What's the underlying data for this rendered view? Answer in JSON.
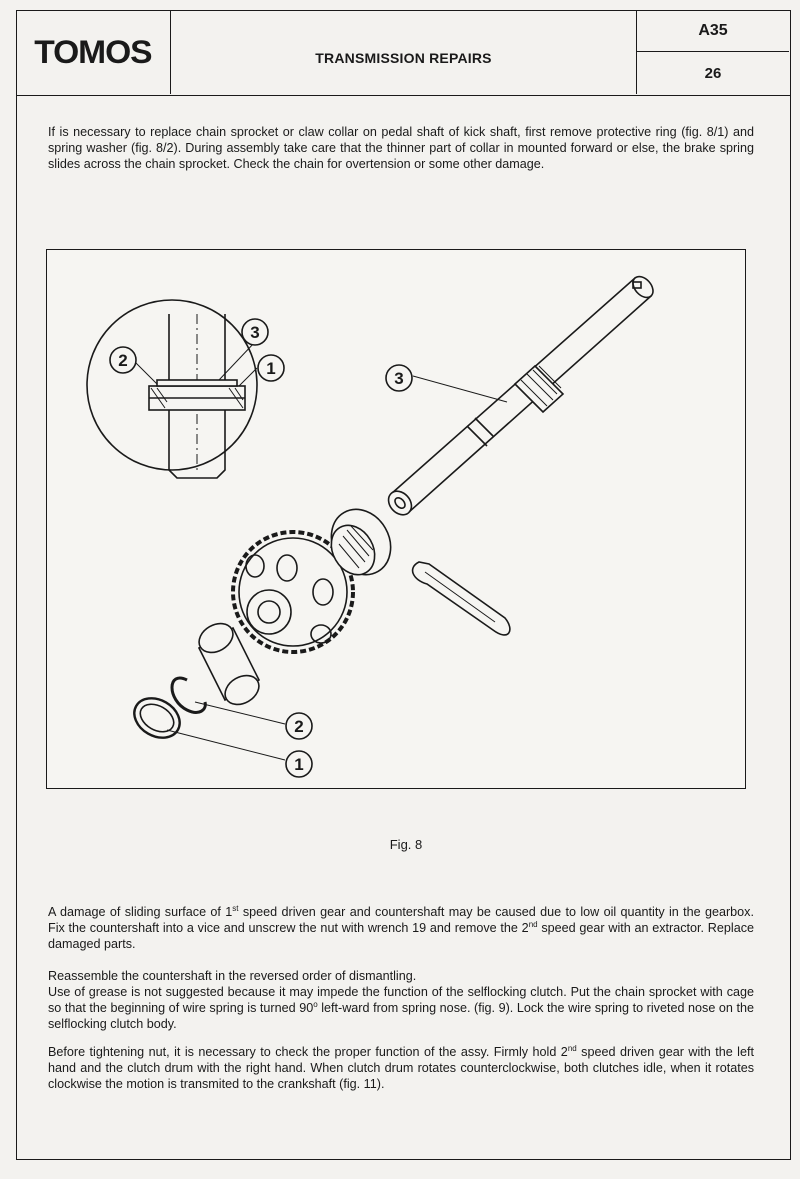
{
  "header": {
    "logo": "TOMOS",
    "title": "TRANSMISSION REPAIRS",
    "code": "A35",
    "page": "26"
  },
  "paragraphs": {
    "p1": "If is necessary to replace chain sprocket or claw collar on pedal shaft of kick shaft, first remove protective ring (fig. 8/1) and spring washer (fig. 8/2). During assembly take care that the thinner part of collar in mounted forward or else, the brake spring slides across the chain sprocket. Check the chain for overtension or some other damage.",
    "p2_a": "A damage of sliding surface of 1",
    "p2_sup1": "st",
    "p2_b": " speed driven gear and countershaft may be caused due to low oil quantity in the gearbox. Fix the countershaft into a vice and unscrew the nut with wrench 19 and remove the 2",
    "p2_sup2": "nd",
    "p2_c": " speed gear with an extractor. Replace damaged parts.",
    "p3_line1": "Reassemble the countershaft in the reversed order of dismantling.",
    "p3_a": "Use of grease is not suggested because it may impede the function of the selflocking clutch. Put the chain sprocket with cage so that the beginning of wire spring is turned 90",
    "p3_sup": "o",
    "p3_b": " left-ward from spring nose. (fig. 9). Lock the wire spring to riveted nose on the selflocking clutch body.",
    "p4_a": "Before tightening nut, it is necessary to check the proper function of the assy. Firmly hold 2",
    "p4_sup": "nd",
    "p4_b": " speed driven gear with the left hand and the clutch drum with the right hand. When clutch drum rotates counterclockwise, both clutches idle, when it rotates clockwise the motion is transmited to the crankshaft (fig. 11)."
  },
  "figure": {
    "caption": "Fig. 8",
    "labels": {
      "detail_1": "1",
      "detail_2": "2",
      "detail_3": "3",
      "shaft_3": "3",
      "ring_2": "2",
      "ring_1": "1"
    }
  }
}
